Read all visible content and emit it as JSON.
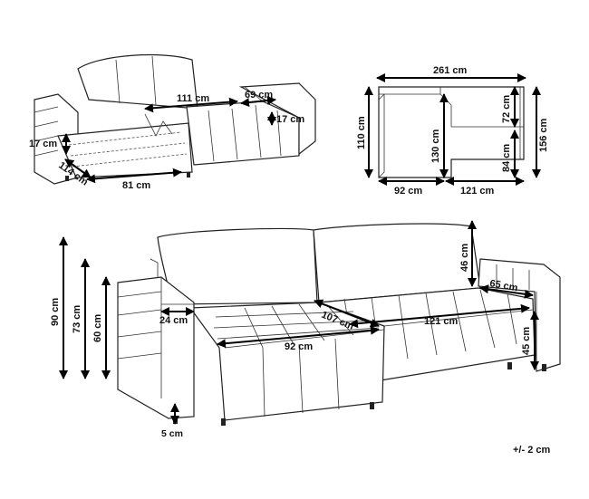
{
  "diagram": {
    "top_left_view": {
      "width_cm": "111 cm",
      "armrest_depth_cm": "69 cm",
      "armrest_height_cm": "17 cm",
      "storage_height_cm": "17 cm",
      "storage_depth_cm": "114 cm",
      "storage_width_cm": "81 cm"
    },
    "top_right_view": {
      "total_width_cm": "261 cm",
      "chaise_depth_cm": "110 cm",
      "sofa_depth_cm": "130 cm",
      "seat_depth_cm": "72 cm",
      "inner_depth_cm": "84 cm",
      "total_depth_cm": "156 cm",
      "chaise_width_cm": "92 cm",
      "sofa_width_cm": "121 cm"
    },
    "main_view": {
      "total_height_cm": "90 cm",
      "armrest_height_cm": "73 cm",
      "seat_height_cm": "60 cm",
      "armrest_width_cm": "24 cm",
      "chaise_length_cm": "107 cm",
      "chaise_width_cm": "92 cm",
      "sofa_width_cm": "121 cm",
      "back_cushion_height_cm": "46 cm",
      "right_arm_depth_cm": "65 cm",
      "seat_floor_height_cm": "45 cm",
      "leg_height_cm": "5 cm"
    },
    "tolerance": "+/- 2 cm"
  }
}
